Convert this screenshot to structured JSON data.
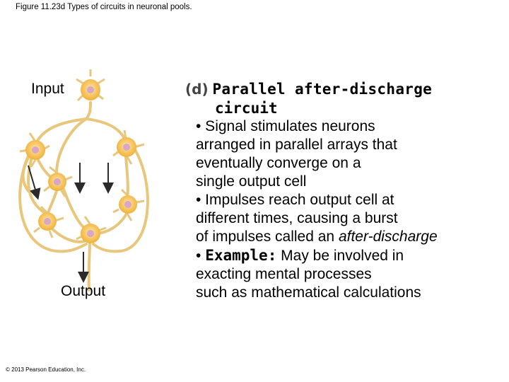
{
  "figure_title": "Figure 11.23d Types of circuits in neuronal pools.",
  "diagram": {
    "input_label": "Input",
    "output_label": "Output",
    "axon_color": "#e8c77d",
    "cell_color": "#f3b943",
    "nucleus_color": "#d9a6c8",
    "arrow_color": "#2b2b2b"
  },
  "text": {
    "letter": "(d)",
    "heading_line1": "Parallel after-discharge",
    "heading_line2": "circuit",
    "bullet1": {
      "lines": [
        "• Signal stimulates neurons",
        "arranged in parallel arrays that",
        "eventually converge on a",
        "single output cell"
      ]
    },
    "bullet2": {
      "line1": "• Impulses reach output cell at",
      "line2": "different times, causing a burst",
      "line3_prefix": "of impulses called an ",
      "line3_italic": "after-discharge"
    },
    "bullet3": {
      "prefix": "• ",
      "label": "Example:",
      "rest": " May be involved in",
      "lines": [
        "exacting mental processes",
        "such as mathematical calculations"
      ]
    }
  },
  "copyright": "© 2013 Pearson Education, Inc."
}
